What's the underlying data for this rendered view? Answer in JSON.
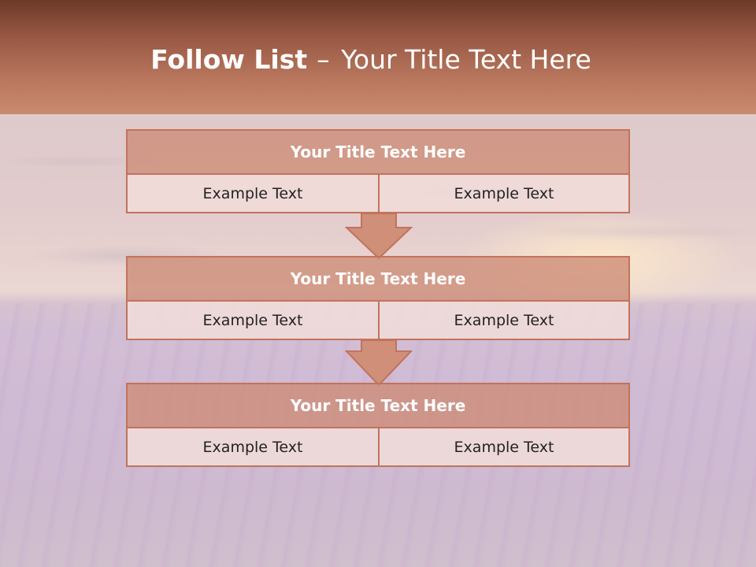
{
  "slide": {
    "title_bold": "Follow List",
    "title_separator": "–",
    "title_rest": "Your Title Text Here"
  },
  "blocks": [
    {
      "title": "Your Title Text Here",
      "cells": [
        "Example Text",
        "Example Text"
      ]
    },
    {
      "title": "Your Title Text Here",
      "cells": [
        "Example Text",
        "Example Text"
      ]
    },
    {
      "title": "Your Title Text Here",
      "cells": [
        "Example Text",
        "Example Text"
      ]
    }
  ],
  "colors": {
    "header_dark": "#6d3a29",
    "header_light": "#c98a70",
    "block_border": "#c2735c",
    "block_title_fill": "#cd8c76",
    "cell_fill": "#f0dcda"
  },
  "icons": {
    "connector": "down-arrow-icon"
  }
}
